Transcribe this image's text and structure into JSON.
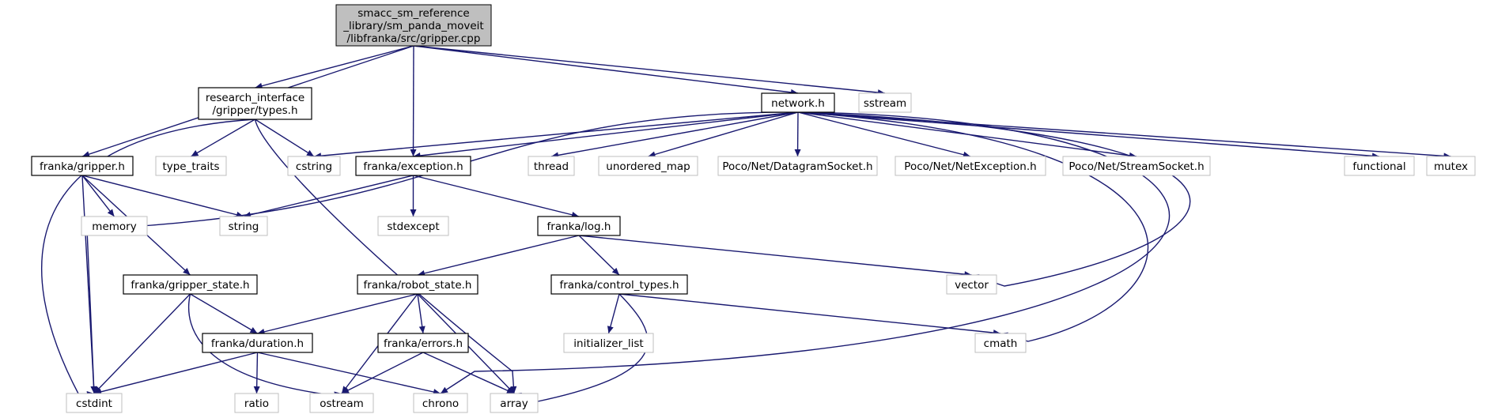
{
  "diagram": {
    "title_lines": [
      "smacc_sm_reference",
      "_library/sm_panda_moveit",
      "/libfranka/src/gripper.cpp"
    ],
    "nodes": [
      {
        "id": "root",
        "lines": [
          "smacc_sm_reference",
          "_library/sm_panda_moveit",
          "/libfranka/src/gripper.cpp"
        ],
        "kind": "root"
      },
      {
        "id": "ri_types",
        "lines": [
          "research_interface",
          "/gripper/types.h"
        ],
        "kind": "file"
      },
      {
        "id": "network",
        "lines": [
          "network.h"
        ],
        "kind": "file"
      },
      {
        "id": "sstream",
        "lines": [
          "sstream"
        ],
        "kind": "system"
      },
      {
        "id": "gripper_h",
        "lines": [
          "franka/gripper.h"
        ],
        "kind": "file"
      },
      {
        "id": "type_traits",
        "lines": [
          "type_traits"
        ],
        "kind": "system"
      },
      {
        "id": "cstring",
        "lines": [
          "cstring"
        ],
        "kind": "system"
      },
      {
        "id": "exception",
        "lines": [
          "franka/exception.h"
        ],
        "kind": "file"
      },
      {
        "id": "thread",
        "lines": [
          "thread"
        ],
        "kind": "system"
      },
      {
        "id": "unordered_map",
        "lines": [
          "unordered_map"
        ],
        "kind": "system"
      },
      {
        "id": "datagram",
        "lines": [
          "Poco/Net/DatagramSocket.h"
        ],
        "kind": "system"
      },
      {
        "id": "netexception",
        "lines": [
          "Poco/Net/NetException.h"
        ],
        "kind": "system"
      },
      {
        "id": "streamsocket",
        "lines": [
          "Poco/Net/StreamSocket.h"
        ],
        "kind": "system"
      },
      {
        "id": "functional",
        "lines": [
          "functional"
        ],
        "kind": "system"
      },
      {
        "id": "mutex",
        "lines": [
          "mutex"
        ],
        "kind": "system"
      },
      {
        "id": "memory",
        "lines": [
          "memory"
        ],
        "kind": "system"
      },
      {
        "id": "string",
        "lines": [
          "string"
        ],
        "kind": "system"
      },
      {
        "id": "stdexcept",
        "lines": [
          "stdexcept"
        ],
        "kind": "system"
      },
      {
        "id": "log",
        "lines": [
          "franka/log.h"
        ],
        "kind": "file"
      },
      {
        "id": "gripper_state",
        "lines": [
          "franka/gripper_state.h"
        ],
        "kind": "file"
      },
      {
        "id": "robot_state",
        "lines": [
          "franka/robot_state.h"
        ],
        "kind": "file"
      },
      {
        "id": "control_types",
        "lines": [
          "franka/control_types.h"
        ],
        "kind": "file"
      },
      {
        "id": "vector",
        "lines": [
          "vector"
        ],
        "kind": "system"
      },
      {
        "id": "initializer_list",
        "lines": [
          "initializer_list"
        ],
        "kind": "system"
      },
      {
        "id": "cmath",
        "lines": [
          "cmath"
        ],
        "kind": "system"
      },
      {
        "id": "duration",
        "lines": [
          "franka/duration.h"
        ],
        "kind": "file"
      },
      {
        "id": "errors",
        "lines": [
          "franka/errors.h"
        ],
        "kind": "file"
      },
      {
        "id": "cstdint",
        "lines": [
          "cstdint"
        ],
        "kind": "system"
      },
      {
        "id": "ratio",
        "lines": [
          "ratio"
        ],
        "kind": "system"
      },
      {
        "id": "ostream",
        "lines": [
          "ostream"
        ],
        "kind": "system"
      },
      {
        "id": "chrono",
        "lines": [
          "chrono"
        ],
        "kind": "system"
      },
      {
        "id": "array",
        "lines": [
          "array"
        ],
        "kind": "system"
      }
    ],
    "edges": [
      [
        "root",
        "ri_types"
      ],
      [
        "root",
        "network"
      ],
      [
        "root",
        "sstream"
      ],
      [
        "root",
        "gripper_h"
      ],
      [
        "root",
        "exception"
      ],
      [
        "ri_types",
        "type_traits"
      ],
      [
        "ri_types",
        "cstring"
      ],
      [
        "ri_types",
        "cstdint"
      ],
      [
        "ri_types",
        "array"
      ],
      [
        "network",
        "cstring"
      ],
      [
        "network",
        "exception"
      ],
      [
        "network",
        "thread"
      ],
      [
        "network",
        "unordered_map"
      ],
      [
        "network",
        "datagram"
      ],
      [
        "network",
        "netexception"
      ],
      [
        "network",
        "streamsocket"
      ],
      [
        "network",
        "functional"
      ],
      [
        "network",
        "mutex"
      ],
      [
        "network",
        "vector"
      ],
      [
        "network",
        "cmath"
      ],
      [
        "network",
        "cstdint"
      ],
      [
        "network",
        "chrono"
      ],
      [
        "gripper_h",
        "memory"
      ],
      [
        "gripper_h",
        "string"
      ],
      [
        "gripper_h",
        "gripper_state"
      ],
      [
        "gripper_h",
        "cstdint"
      ],
      [
        "exception",
        "string"
      ],
      [
        "exception",
        "stdexcept"
      ],
      [
        "exception",
        "log"
      ],
      [
        "log",
        "robot_state"
      ],
      [
        "log",
        "control_types"
      ],
      [
        "log",
        "vector"
      ],
      [
        "gripper_state",
        "duration"
      ],
      [
        "gripper_state",
        "cstdint"
      ],
      [
        "gripper_state",
        "ostream"
      ],
      [
        "robot_state",
        "duration"
      ],
      [
        "robot_state",
        "errors"
      ],
      [
        "robot_state",
        "ostream"
      ],
      [
        "robot_state",
        "array"
      ],
      [
        "control_types",
        "initializer_list"
      ],
      [
        "control_types",
        "cmath"
      ],
      [
        "control_types",
        "array"
      ],
      [
        "duration",
        "cstdint"
      ],
      [
        "duration",
        "ratio"
      ],
      [
        "duration",
        "chrono"
      ],
      [
        "errors",
        "ostream"
      ],
      [
        "errors",
        "array"
      ]
    ]
  }
}
